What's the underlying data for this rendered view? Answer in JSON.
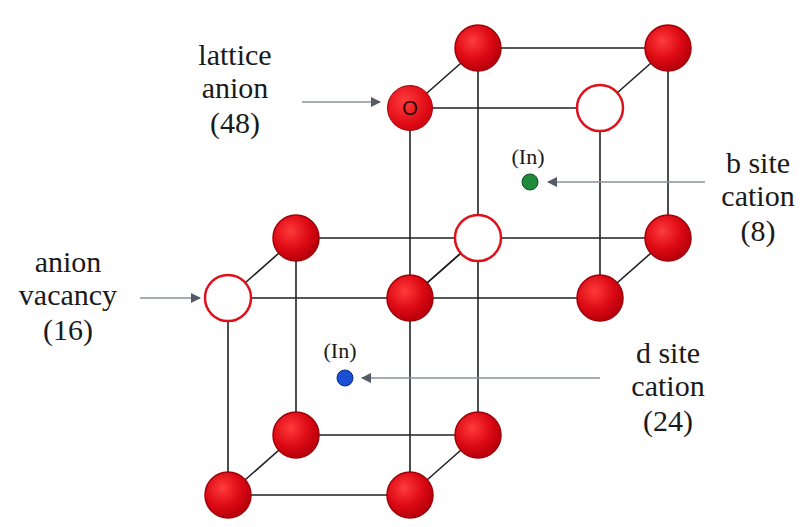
{
  "diagram": {
    "nodes": [
      {
        "text": [
          "O"
        ]
      }
    ],
    "labels": [
      "lattice anion",
      "(48)",
      "(In)",
      "b site cation",
      "(8)",
      "anion vacancy",
      "(16)",
      "(In)",
      "d site cation",
      "(24)"
    ]
  }
}
